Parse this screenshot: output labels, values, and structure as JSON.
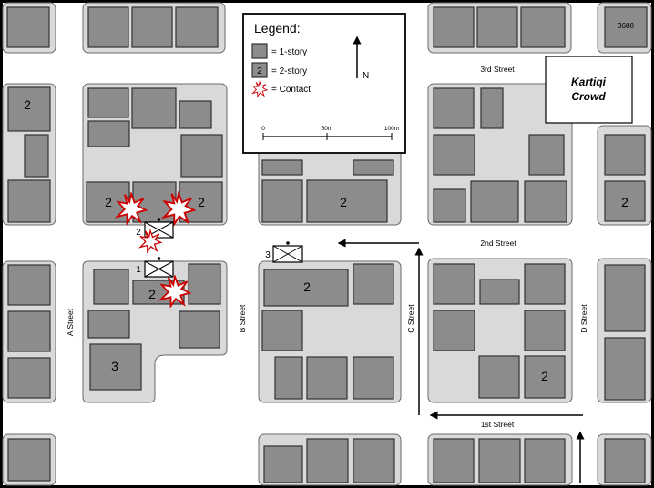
{
  "legend": {
    "title": "Legend:",
    "one_story": "= 1-story",
    "two_story_marker": "2",
    "two_story": "= 2-story",
    "contact": "= Contact",
    "north": "N",
    "scale_0": "0",
    "scale_50": "50m",
    "scale_100": "100m"
  },
  "crowd_label": {
    "line1": "Kartiqi",
    "line2": "Crowd"
  },
  "building_id": "3688",
  "streets": {
    "third": "3rd Street",
    "second": "2nd Street",
    "first": "1st Street",
    "a": "A Street",
    "b": "B Street",
    "c": "C Street",
    "d": "D Street"
  },
  "building_numbers": {
    "nw_top": "2",
    "center_north_contact_left": "2",
    "center_north_contact_right": "2",
    "center_2nd_street": "2",
    "ne_right": "2",
    "south_a_top": "2",
    "south_a_big": "3",
    "south_b": "2",
    "south_d": "2"
  },
  "vehicles": {
    "v1": "1",
    "v2": "2",
    "v3": "3"
  },
  "colors": {
    "building": "#8c8c8c",
    "block": "#d9d9d9",
    "contact": "#cc0000"
  }
}
